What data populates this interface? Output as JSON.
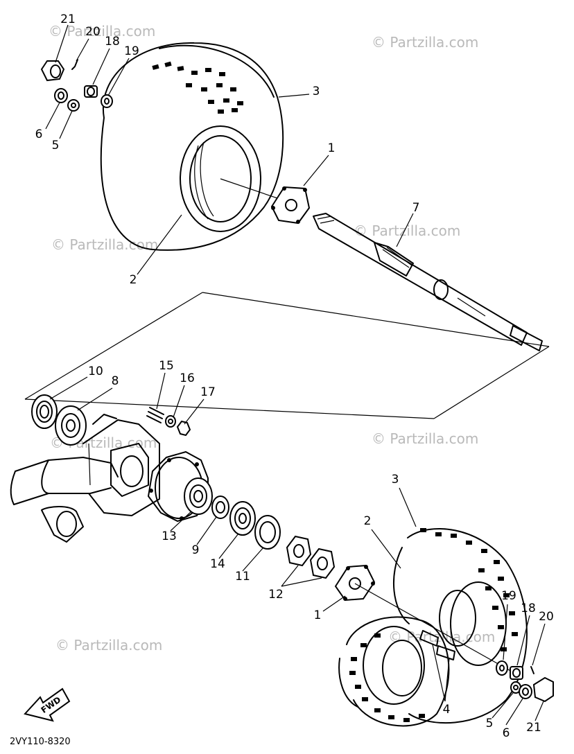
{
  "watermark": "© Partzilla.com",
  "diagram_code": "2VY110-8320",
  "fwd_label": "FWD",
  "callouts": [
    {
      "id": "c-21-top",
      "text": "21"
    },
    {
      "id": "c-20-top",
      "text": "20"
    },
    {
      "id": "c-18-top",
      "text": "18"
    },
    {
      "id": "c-19-top",
      "text": "19"
    },
    {
      "id": "c-6-top",
      "text": "6"
    },
    {
      "id": "c-5-top",
      "text": "5"
    },
    {
      "id": "c-3-top",
      "text": "3"
    },
    {
      "id": "c-1-top",
      "text": "1"
    },
    {
      "id": "c-7",
      "text": "7"
    },
    {
      "id": "c-2-top",
      "text": "2"
    },
    {
      "id": "c-10",
      "text": "10"
    },
    {
      "id": "c-8",
      "text": "8"
    },
    {
      "id": "c-15",
      "text": "15"
    },
    {
      "id": "c-16",
      "text": "16"
    },
    {
      "id": "c-17",
      "text": "17"
    },
    {
      "id": "c-13",
      "text": "13"
    },
    {
      "id": "c-9",
      "text": "9"
    },
    {
      "id": "c-14",
      "text": "14"
    },
    {
      "id": "c-11",
      "text": "11"
    },
    {
      "id": "c-12",
      "text": "12"
    },
    {
      "id": "c-3-bot",
      "text": "3"
    },
    {
      "id": "c-2-bot",
      "text": "2"
    },
    {
      "id": "c-1-bot",
      "text": "1"
    },
    {
      "id": "c-19-bot",
      "text": "19"
    },
    {
      "id": "c-18-bot",
      "text": "18"
    },
    {
      "id": "c-20-bot",
      "text": "20"
    },
    {
      "id": "c-4",
      "text": "4"
    },
    {
      "id": "c-5-bot",
      "text": "5"
    },
    {
      "id": "c-6-bot",
      "text": "6"
    },
    {
      "id": "c-21-bot",
      "text": "21"
    }
  ]
}
